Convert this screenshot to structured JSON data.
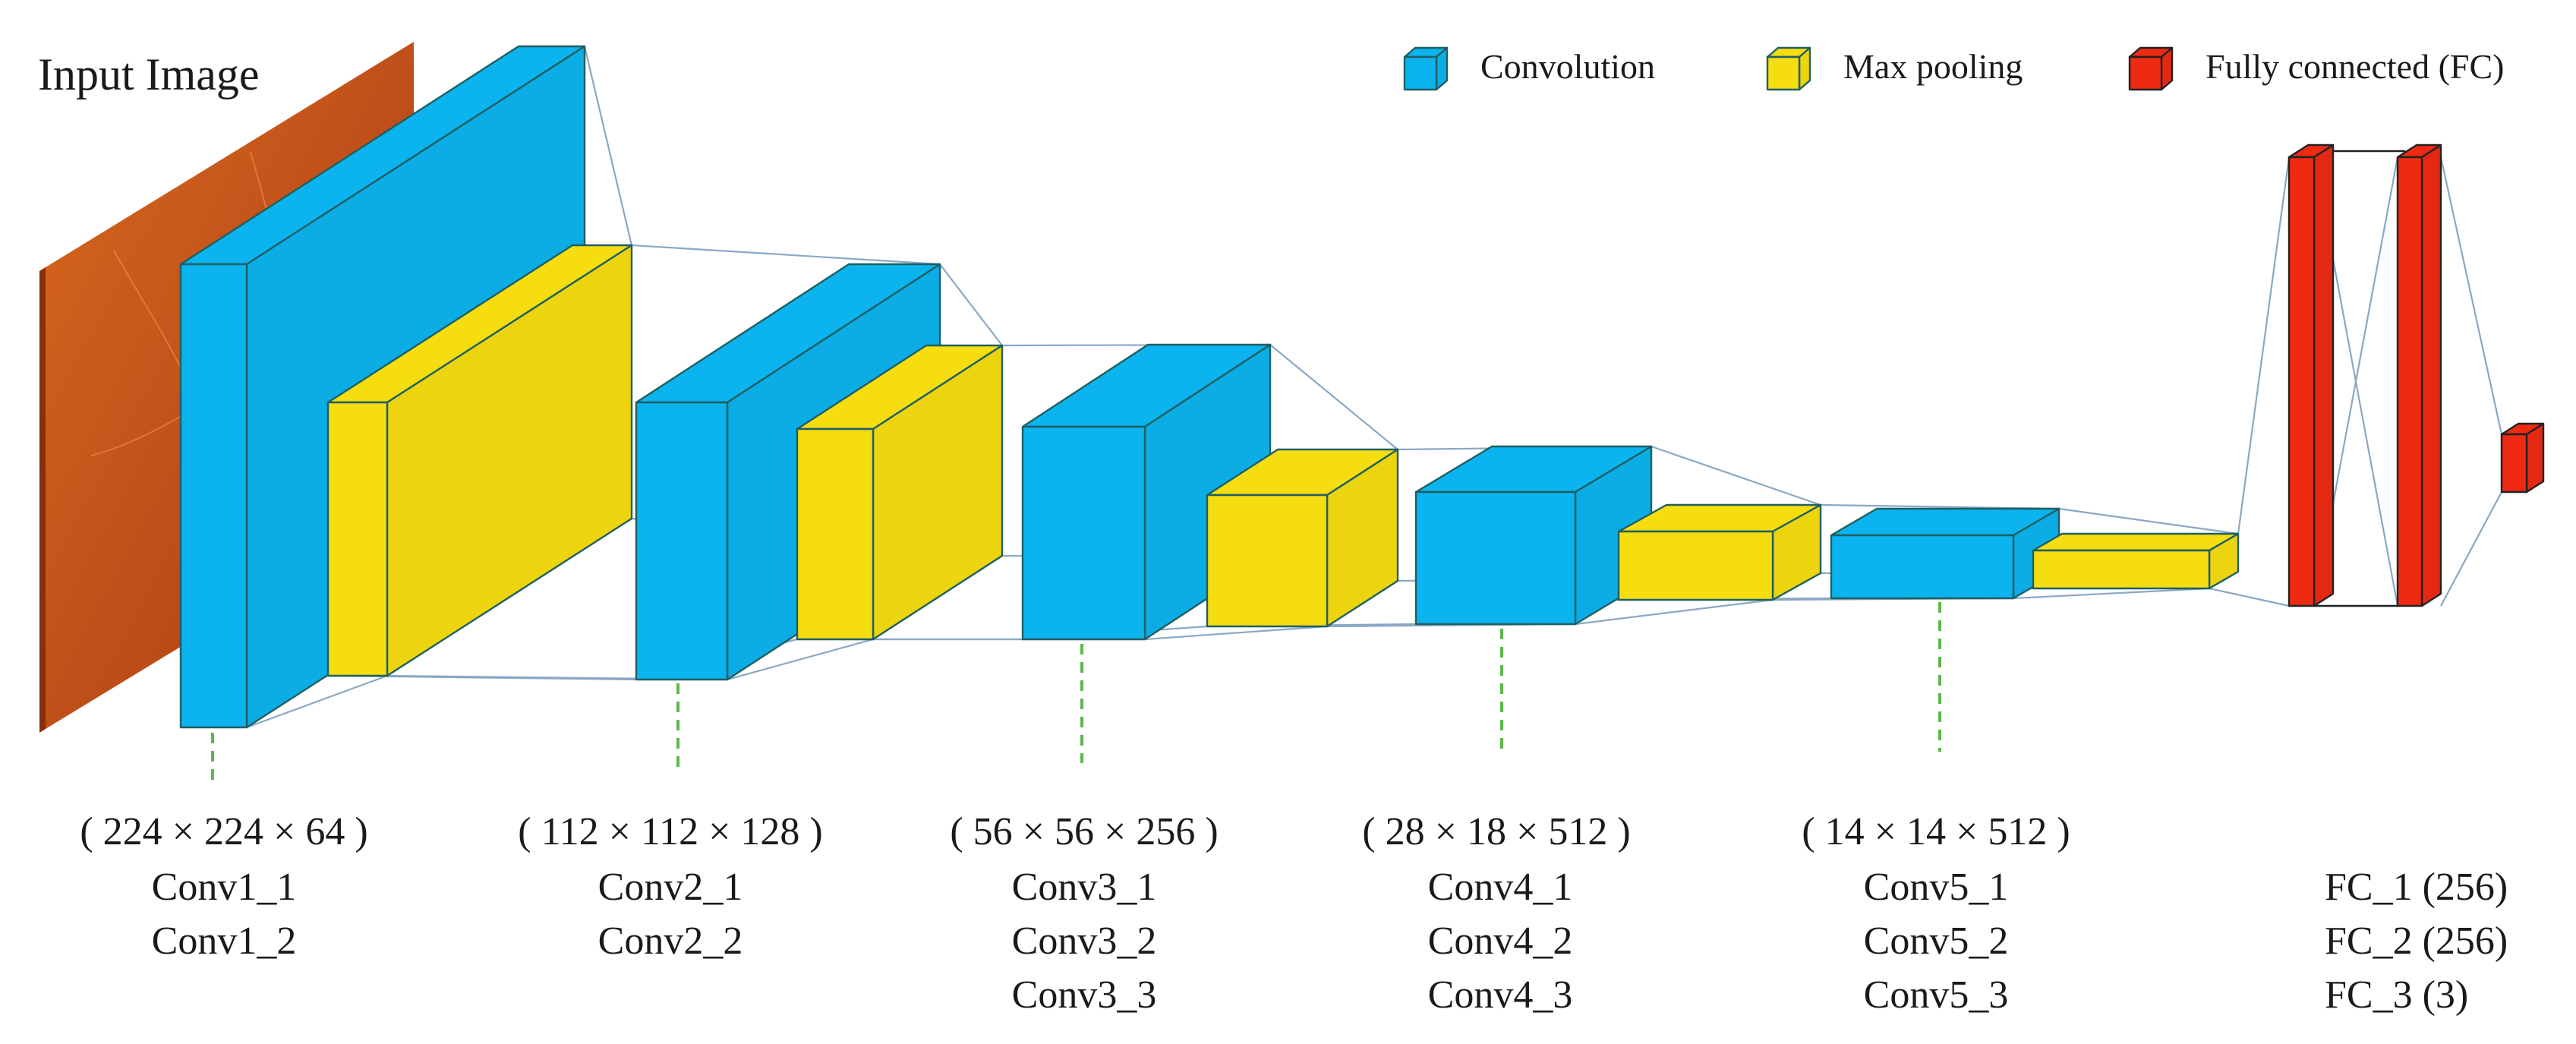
{
  "title": "Input Image",
  "colors": {
    "convolution": "#0bb4ee",
    "max_pooling": "#f6dd0f",
    "fully_connected": "#ee2a12",
    "input_image": "#c8561a"
  },
  "legend": {
    "convolution": "Convolution",
    "max_pooling": "Max pooling",
    "fully_connected": "Fully connected (FC)"
  },
  "stages": [
    {
      "dims": "( 224 × 224 × 64 )",
      "layers": [
        "Conv1_1",
        "Conv1_2"
      ]
    },
    {
      "dims": "( 112 × 112 × 128 )",
      "layers": [
        "Conv2_1",
        "Conv2_2"
      ]
    },
    {
      "dims": "( 56 × 56 × 256 )",
      "layers": [
        "Conv3_1",
        "Conv3_2",
        "Conv3_3"
      ]
    },
    {
      "dims": "( 28 × 18 × 512 )",
      "layers": [
        "Conv4_1",
        "Conv4_2",
        "Conv4_3"
      ]
    },
    {
      "dims": "( 14 × 14 × 512 )",
      "layers": [
        "Conv5_1",
        "Conv5_2",
        "Conv5_3"
      ]
    }
  ],
  "fc_layers": [
    "FC_1 (256)",
    "FC_2 (256)",
    "FC_3 (3)"
  ]
}
